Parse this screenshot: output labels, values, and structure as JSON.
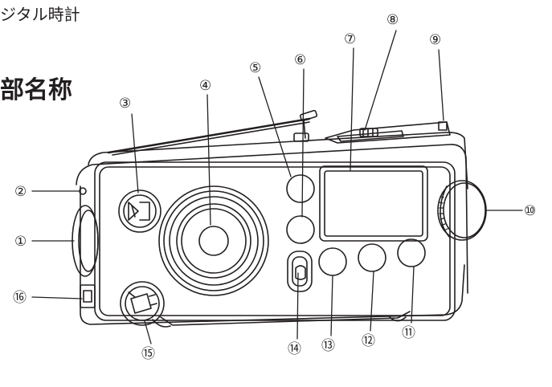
{
  "header_text": "ジタル時計",
  "section_heading": "部名称",
  "callouts": [
    {
      "id": "1",
      "label": "①"
    },
    {
      "id": "2",
      "label": "②"
    },
    {
      "id": "3",
      "label": "③"
    },
    {
      "id": "4",
      "label": "④"
    },
    {
      "id": "5",
      "label": "⑤"
    },
    {
      "id": "6",
      "label": "⑥"
    },
    {
      "id": "7",
      "label": "⑦"
    },
    {
      "id": "8",
      "label": "⑧"
    },
    {
      "id": "9",
      "label": "⑨"
    },
    {
      "id": "10",
      "label": "⑩"
    },
    {
      "id": "11",
      "label": "⑪"
    },
    {
      "id": "12",
      "label": "⑫"
    },
    {
      "id": "13",
      "label": "⑬"
    },
    {
      "id": "14",
      "label": "⑭"
    },
    {
      "id": "15",
      "label": "⑮"
    },
    {
      "id": "16",
      "label": "⑯"
    }
  ]
}
